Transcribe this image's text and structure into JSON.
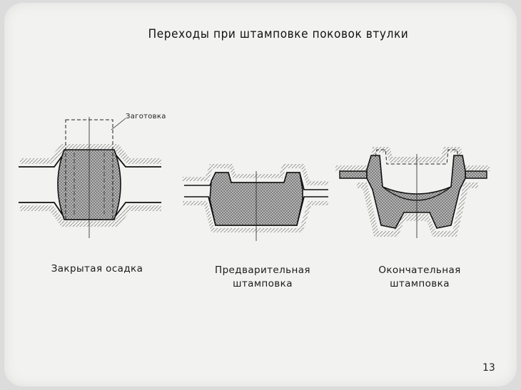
{
  "title": "Переходы при штамповке поковок втулки",
  "labels": {
    "blank": "Заготовка"
  },
  "stages": [
    {
      "caption_line1": "Закрытая осадка",
      "caption_line2": ""
    },
    {
      "caption_line1": "Предварительная",
      "caption_line2": "штамповка"
    },
    {
      "caption_line1": "Окончательная",
      "caption_line2": "штамповка"
    }
  ],
  "page_number": "13",
  "colors": {
    "background": "#f2f2f0",
    "hatch": "#555555",
    "outline": "#111111"
  }
}
